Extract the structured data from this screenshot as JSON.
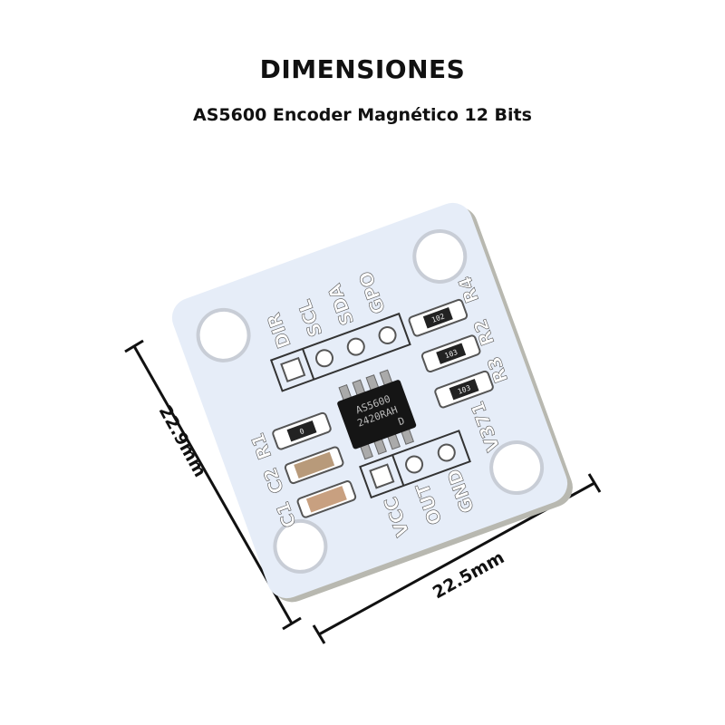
{
  "header": {
    "title": "DIMENSIONES",
    "subtitle": "AS5600 Encoder Magnético 12 Bits"
  },
  "dimensions": {
    "height_label": "22.9mm",
    "width_label": "22.5mm"
  },
  "board": {
    "color": "#e6edf8",
    "top_pins": [
      "DIR",
      "SCL",
      "SDA",
      "GPO"
    ],
    "bottom_pins": [
      "VCC",
      "OUT",
      "GND"
    ],
    "chip_lines": [
      "AS5600",
      "2420RAH",
      "D"
    ],
    "designators": {
      "r1": "R1",
      "r2": "R2",
      "r3": "R3",
      "r4": "R4",
      "c1": "C1",
      "c2": "C2",
      "v": "V371"
    },
    "resistor_codes": {
      "r4": "102",
      "r2": "103",
      "r3": "103",
      "r1": "0"
    }
  }
}
